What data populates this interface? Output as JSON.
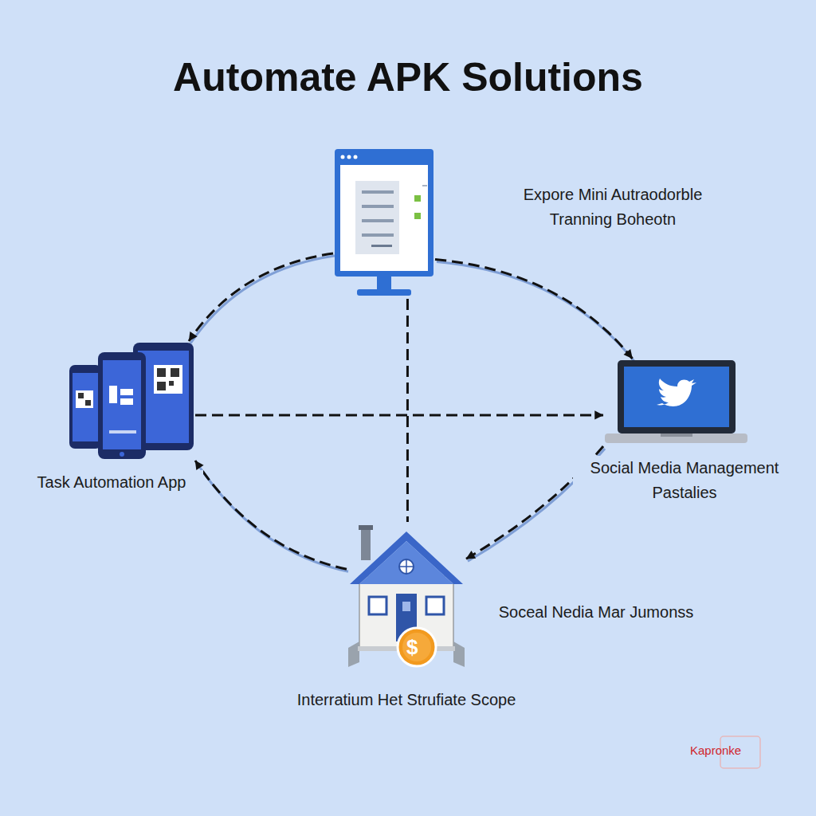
{
  "diagram": {
    "title": "Automate APK Solutions",
    "nodes": [
      {
        "text": [
          "Expore Mini Autraodorble Tranning Boheotn"
        ]
      },
      {
        "text": [
          "Task Automation App"
        ]
      },
      {
        "text": [
          "Social Media Management Pastalies"
        ]
      },
      {
        "text": [
          "Soceal Nedia Mar Jumonss",
          "Interratium Het Strufiate Scope"
        ]
      }
    ],
    "edges": [
      {
        "from": 0,
        "to": 1,
        "arrow": "to"
      },
      {
        "from": 0,
        "to": 2,
        "arrow": "to"
      },
      {
        "from": 1,
        "to": 2,
        "arrow": "to"
      },
      {
        "from": 2,
        "to": 3,
        "arrow": "to"
      },
      {
        "from": 3,
        "to": 1,
        "arrow": "to"
      },
      {
        "from": 0,
        "to": 3,
        "arrow": "none"
      }
    ],
    "labels": [
      "Kapronke",
      "$"
    ]
  }
}
